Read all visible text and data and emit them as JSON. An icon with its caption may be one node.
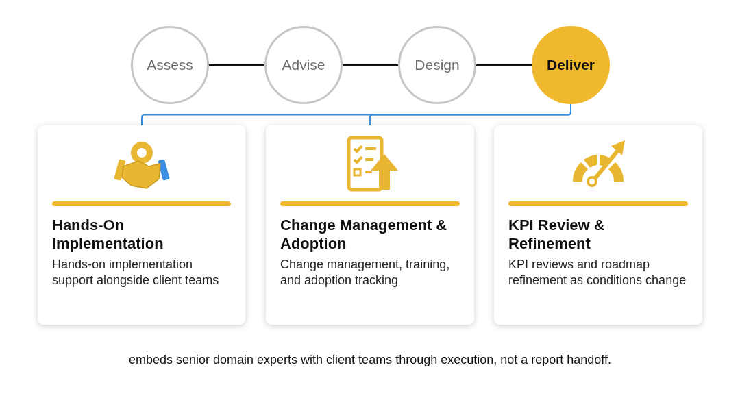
{
  "diagram": {
    "caption": "embeds senior domain experts with client teams through execution, not a report handoff.",
    "nodes": [
      {
        "text": [
          "Assess"
        ]
      },
      {
        "text": [
          "Advise"
        ]
      },
      {
        "text": [
          "Design"
        ]
      },
      {
        "text": [
          "Deliver"
        ]
      },
      {
        "text": [
          "Hands-On Implementation",
          "Hands-on implementation support alongside client teams"
        ]
      },
      {
        "text": [
          "Change Management & Adoption",
          "Change management, training, and adoption tracking"
        ]
      },
      {
        "text": [
          "KPI Review & Refinement",
          "KPI reviews and roadmap refinement as conditions change"
        ]
      }
    ],
    "edges": [
      {
        "from": 0,
        "to": 1,
        "arrow": "none"
      },
      {
        "from": 1,
        "to": 2,
        "arrow": "none"
      },
      {
        "from": 2,
        "to": 3,
        "arrow": "none"
      },
      {
        "from": 3,
        "to": 4,
        "arrow": "none",
        "color": "#3b8ede"
      },
      {
        "from": 3,
        "to": 5,
        "arrow": "none",
        "color": "#3b8ede"
      }
    ]
  }
}
